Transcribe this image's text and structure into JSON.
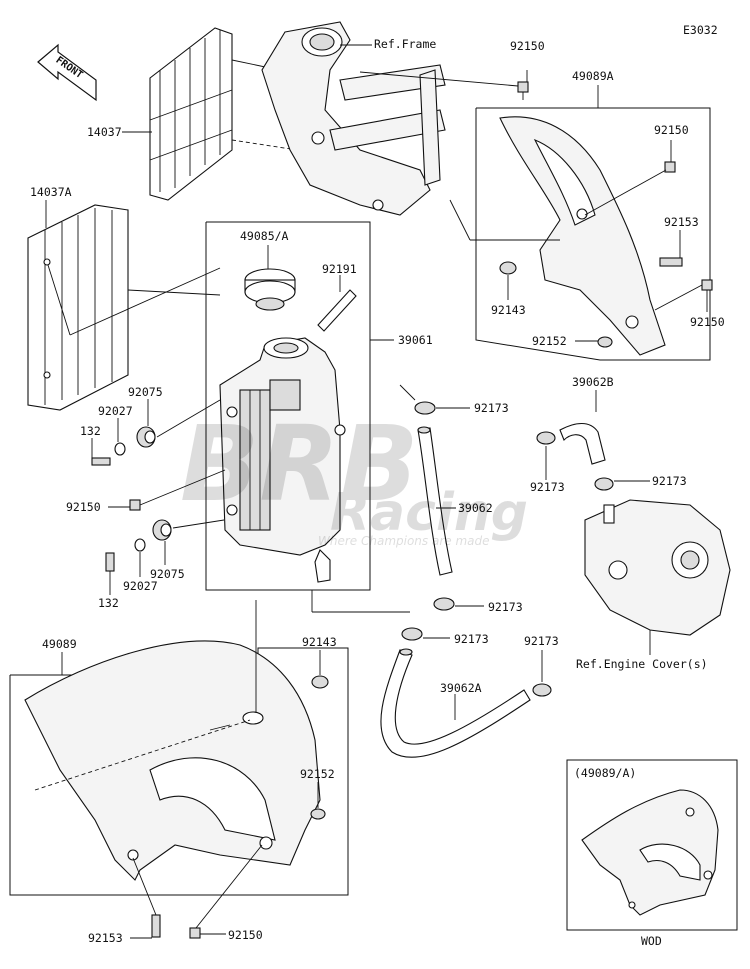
{
  "diagram_code": "E3032",
  "front_label": "FRONT",
  "watermark": {
    "brand": "BRB",
    "sub": "Racing",
    "tagline": "Where Champions are made"
  },
  "refs": {
    "frame": "Ref.Frame",
    "engine_cover": "Ref.Engine Cover(s)"
  },
  "labels": {
    "l14037": "14037",
    "l14037a": "14037A",
    "l92150_top": "92150",
    "l49089a": "49089A",
    "l92150_shroud_top": "92150",
    "l92153_shroud": "92153",
    "l92143_shroud": "92143",
    "l92152_shroud": "92152",
    "l92150_shroud_right": "92150",
    "l49085a": "49085/A",
    "l92191": "92191",
    "l39061": "39061",
    "l92075_top": "92075",
    "l92027_top": "92027",
    "l132_top": "132",
    "l92150_left": "92150",
    "l92027_bottom": "92027",
    "l92075_bottom": "92075",
    "l132_bottom": "132",
    "l92173_a": "92173",
    "l39062b": "39062B",
    "l92173_b": "92173",
    "l92173_c": "92173",
    "l39062": "39062",
    "l92173_d": "92173",
    "l92173_e": "92173",
    "l92173_f": "92173",
    "l39062a": "39062A",
    "l49089": "49089",
    "l92143_bottom": "92143",
    "l92152_bottom": "92152",
    "l92153_bottom": "92153",
    "l92150_bottom": "92150"
  },
  "inset": {
    "title": "(49089/A)",
    "footer": "WOD"
  }
}
